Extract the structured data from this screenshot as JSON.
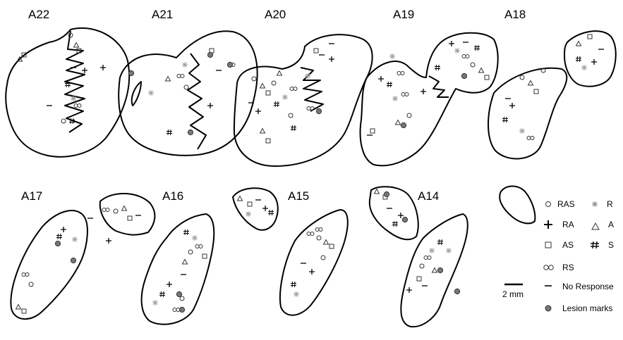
{
  "sections": [
    {
      "id": "A22",
      "label": "A22"
    },
    {
      "id": "A21",
      "label": "A21"
    },
    {
      "id": "A20",
      "label": "A20"
    },
    {
      "id": "A19",
      "label": "A19"
    },
    {
      "id": "A18",
      "label": "A18"
    },
    {
      "id": "A17",
      "label": "A17"
    },
    {
      "id": "A16",
      "label": "A16"
    },
    {
      "id": "A15",
      "label": "A15"
    },
    {
      "id": "A14",
      "label": "A14"
    }
  ],
  "legend": {
    "items": [
      {
        "symbol": "circle",
        "label": "RAS"
      },
      {
        "symbol": "burst",
        "label": "R"
      },
      {
        "symbol": "plus",
        "label": "RA"
      },
      {
        "symbol": "triangle",
        "label": "A"
      },
      {
        "symbol": "square",
        "label": "AS"
      },
      {
        "symbol": "hash",
        "label": "S"
      },
      {
        "symbol": "infinity",
        "label": "RS"
      },
      {
        "symbol": "dash",
        "label": "No Response"
      },
      {
        "symbol": "filled-circle",
        "label": "Lesion marks"
      }
    ],
    "scale_label": "2 mm"
  },
  "colors": {
    "outline": "#000000",
    "marker": "#333333",
    "lesion": "#777777"
  }
}
